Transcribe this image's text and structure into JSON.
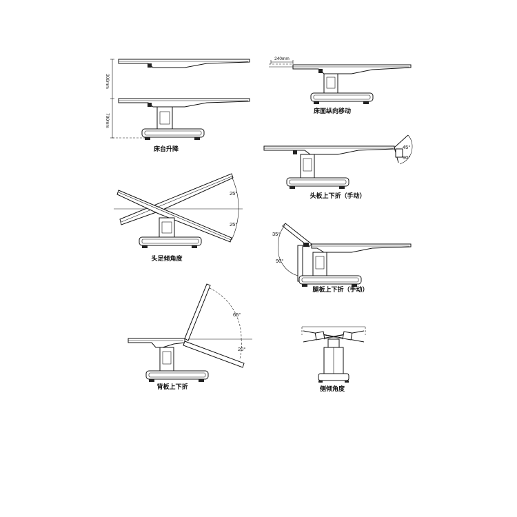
{
  "panels": [
    {
      "caption": "床台升降",
      "annotations": [
        "300mm",
        "700mm"
      ]
    },
    {
      "caption": "床面纵向移动",
      "annotations": [
        "240mm"
      ]
    },
    {
      "caption": "头板上下折（手动）",
      "annotations": [
        "45°",
        "90°"
      ]
    },
    {
      "caption": "头足倾角度",
      "annotations": [
        "25°",
        "25°"
      ]
    },
    {
      "caption": "腿板上下折（手动）",
      "annotations": [
        "35°",
        "90°"
      ]
    },
    {
      "caption": "背板上下折",
      "annotations": [
        "65°",
        "20°"
      ]
    },
    {
      "caption": "侧倾角度",
      "annotations": []
    }
  ]
}
